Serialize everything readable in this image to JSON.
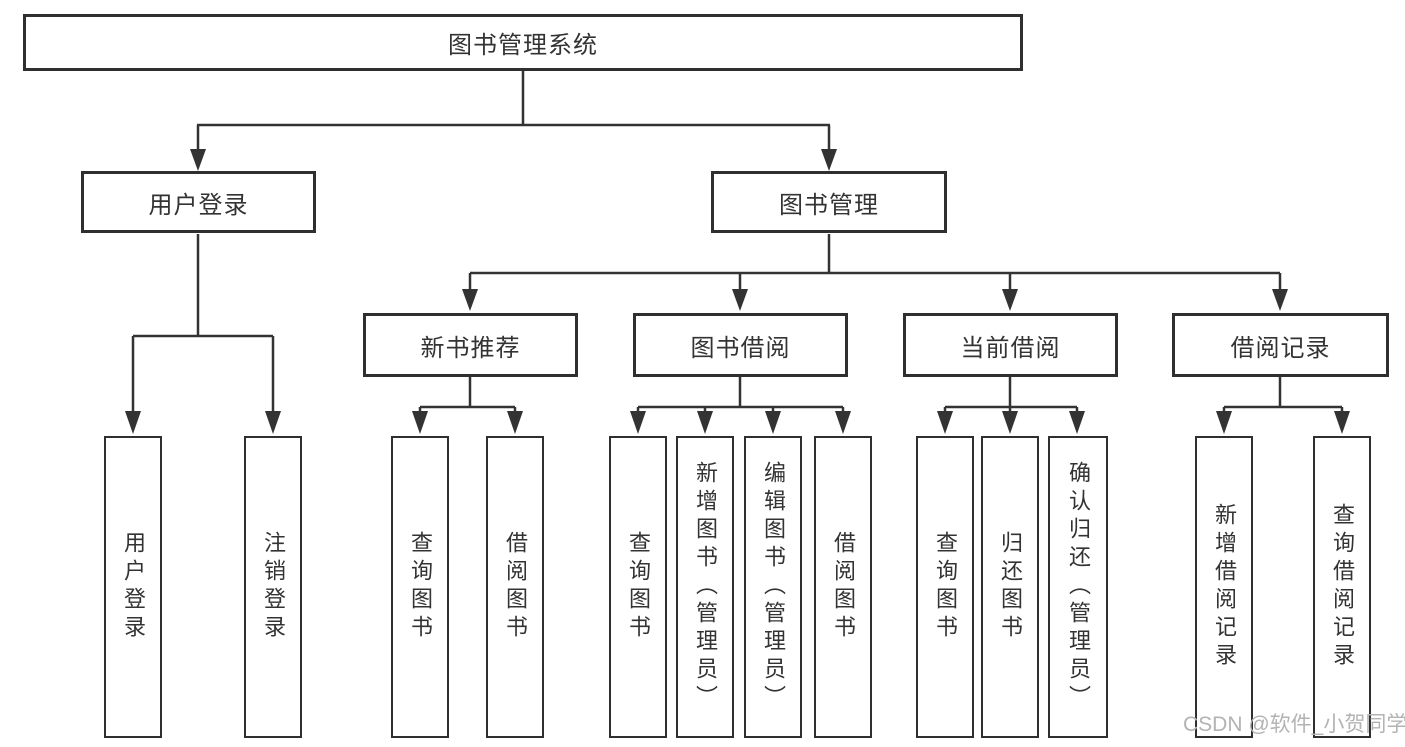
{
  "diagram": {
    "title": "图书管理系统",
    "branches": [
      {
        "label": "用户登录",
        "children": [
          {
            "label": "用户登录"
          },
          {
            "label": "注销登录"
          }
        ]
      },
      {
        "label": "图书管理",
        "children": [
          {
            "label": "新书推荐",
            "children": [
              {
                "label": "查询图书"
              },
              {
                "label": "借阅图书"
              }
            ]
          },
          {
            "label": "图书借阅",
            "children": [
              {
                "label": "查询图书"
              },
              {
                "label": "新增图书（管理员）"
              },
              {
                "label": "编辑图书（管理员）"
              },
              {
                "label": "借阅图书"
              }
            ]
          },
          {
            "label": "当前借阅",
            "children": [
              {
                "label": "查询图书"
              },
              {
                "label": "归还图书"
              },
              {
                "label": "确认归还（管理员）"
              }
            ]
          },
          {
            "label": "借阅记录",
            "children": [
              {
                "label": "新增借阅记录"
              },
              {
                "label": "查询借阅记录"
              }
            ]
          }
        ]
      }
    ]
  },
  "watermark": "CSDN @软件_小贺同学",
  "colors": {
    "line": "#333333",
    "box_border": "#2f2f2f",
    "text": "#333333",
    "watermark": "#b3b3b3",
    "background": "#ffffff"
  }
}
